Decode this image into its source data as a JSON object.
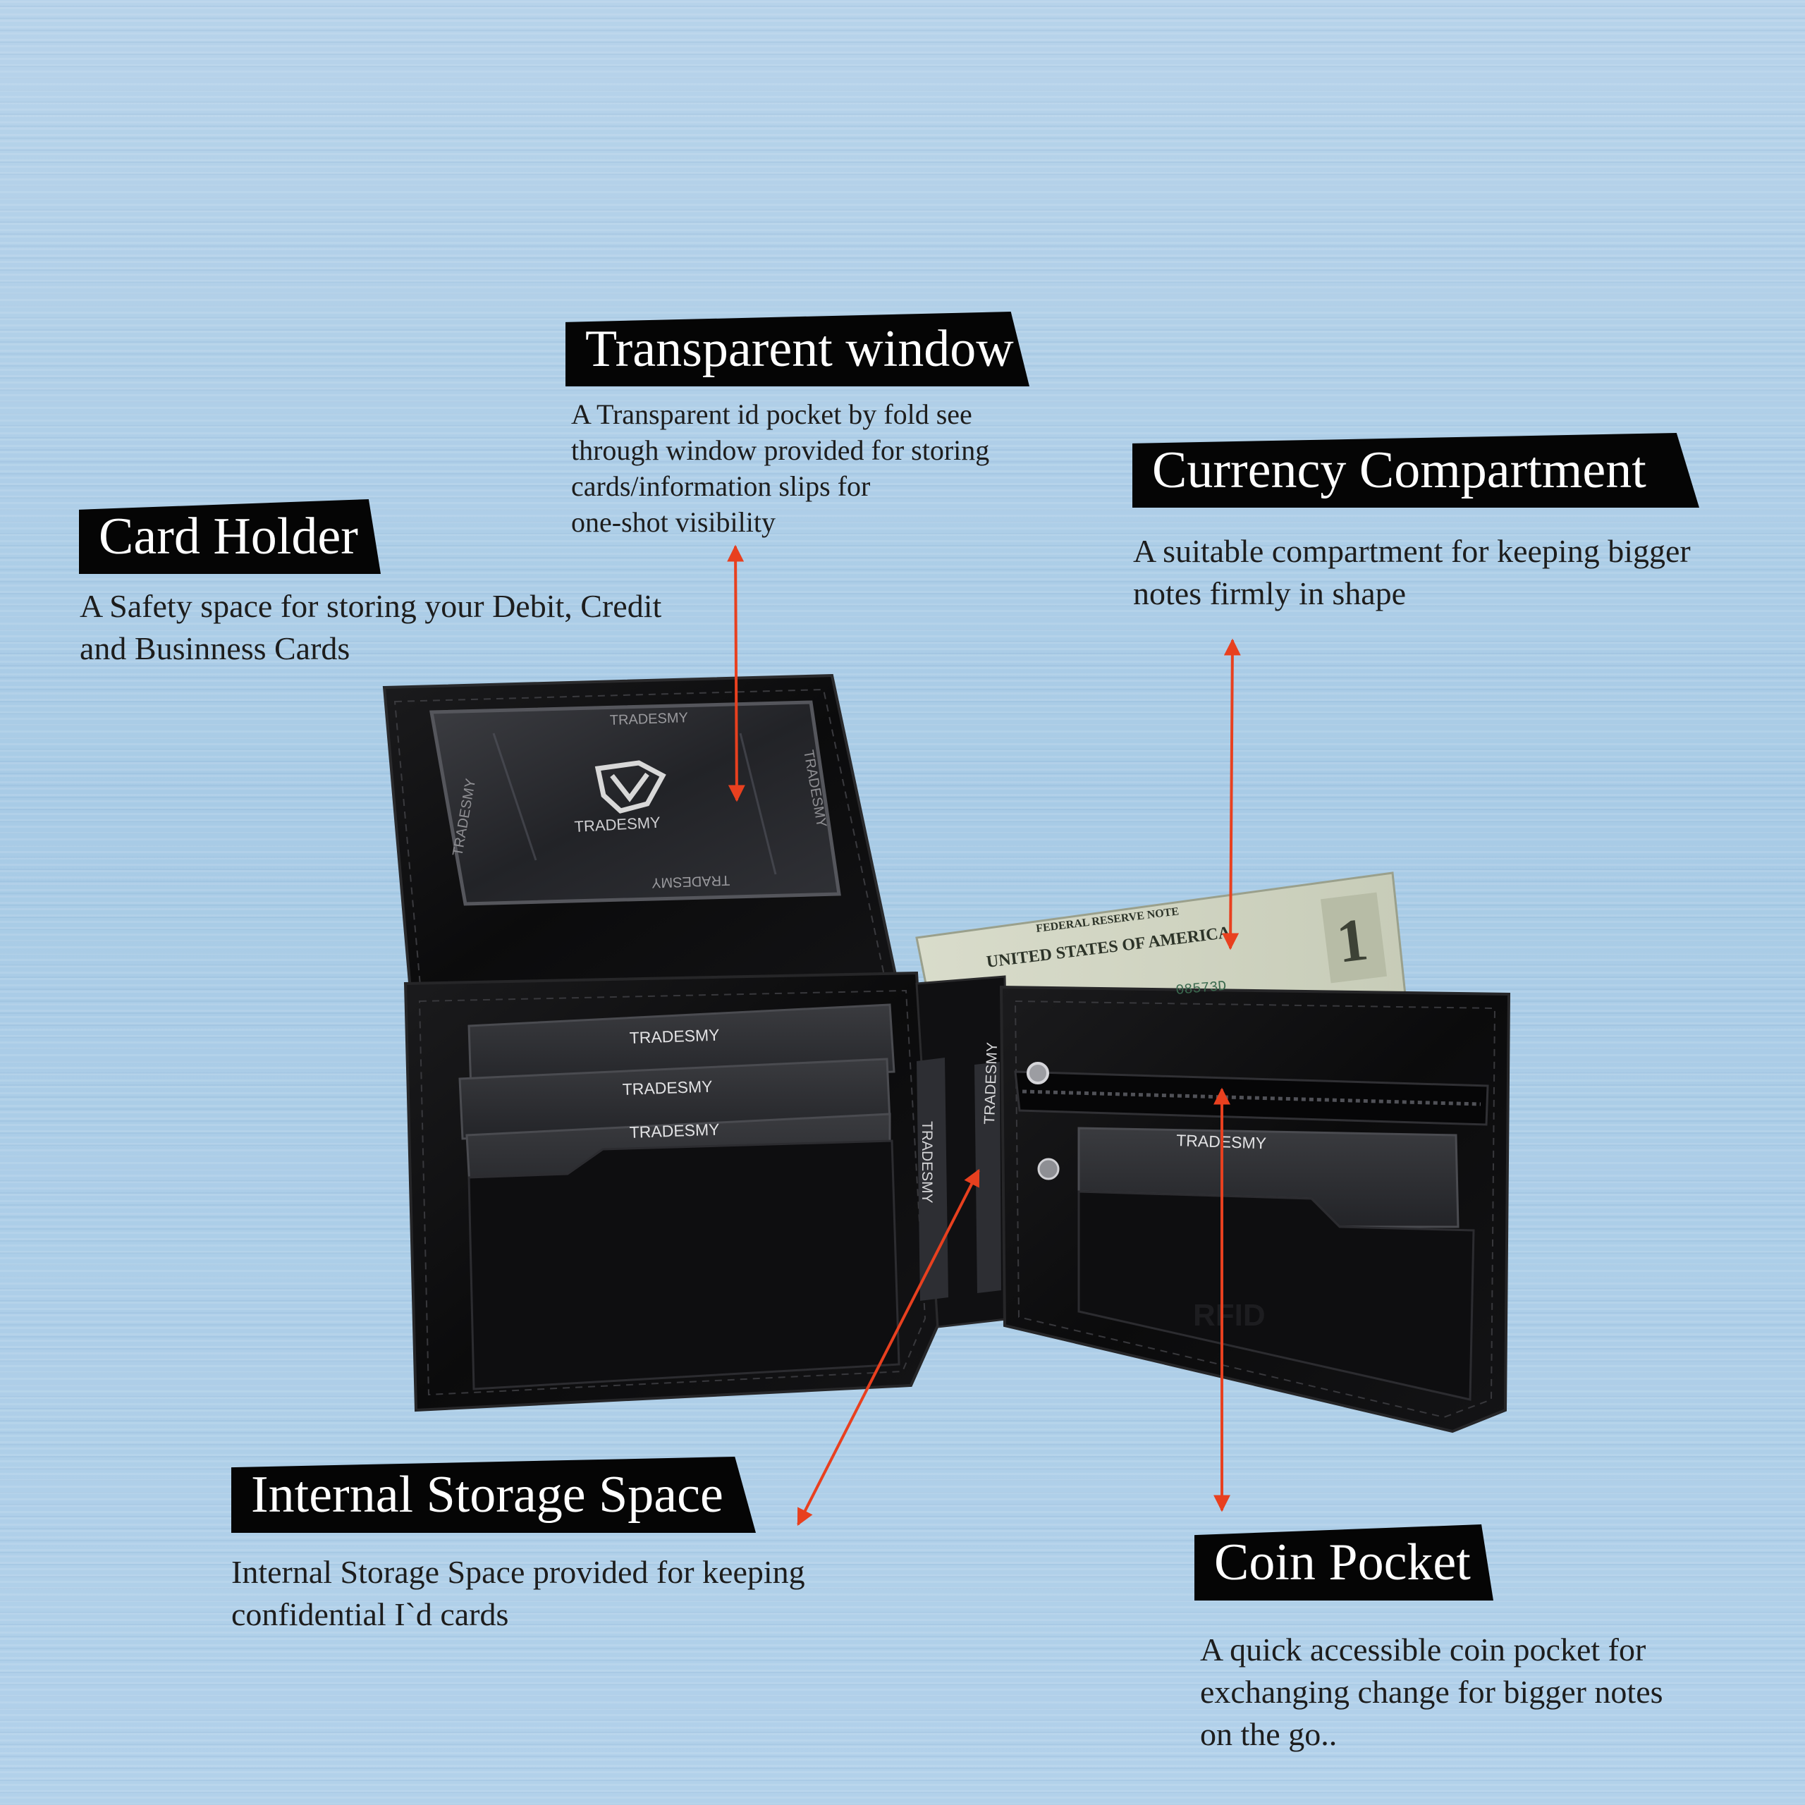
{
  "callouts": {
    "transparent_window": {
      "title": "Transparent window",
      "text": "A Transparent id pocket by fold see\nthrough window provided for storing\ncards/information slips for\none-shot visibility"
    },
    "card_holder": {
      "title": "Card Holder",
      "text": "A Safety space for storing your Debit, Credit\nand Businness Cards"
    },
    "currency_compartment": {
      "title": "Currency Compartment",
      "text": "A suitable compartment for keeping bigger\nnotes firmly in shape"
    },
    "internal_storage": {
      "title": "Internal Storage Space",
      "text": "Internal Storage Space provided for keeping\nconfidential I`d cards"
    },
    "coin_pocket": {
      "title": "Coin Pocket",
      "text": "A quick accessible coin pocket for\nexchanging change for bigger notes\non the go.."
    }
  },
  "wallet": {
    "brand": "TRADESMY",
    "rfid": "RFID",
    "bill_text": "UNITED STATES OF AMERICA",
    "bill_band": "FEDERAL RESERVE NOTE",
    "bill_serial": "08573D",
    "bill_denomination": "1"
  },
  "colors": {
    "background": "#aacbe6",
    "label_bg": "#050505",
    "label_text": "#ffffff",
    "arrow": "#e8401f",
    "leather": "#0c0c0d"
  }
}
